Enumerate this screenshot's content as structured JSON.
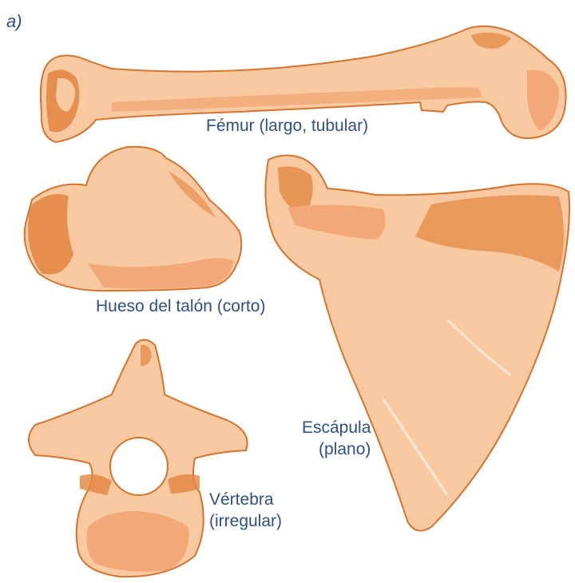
{
  "panel_label": "a)",
  "colors": {
    "bone_light": "#f9c9a2",
    "bone_mid": "#f3a977",
    "bone_dark": "#e2843f",
    "outline": "#d4742e",
    "text": "#2f4f86"
  },
  "bones": {
    "femur": {
      "line1": "Fémur (largo, tubular)"
    },
    "heel": {
      "line1": "Hueso del talón (corto)"
    },
    "scapula": {
      "line1": "Escápula",
      "line2": "(plano)"
    },
    "vertebra": {
      "line1": "Vértebra",
      "line2": "(irregular)"
    }
  }
}
